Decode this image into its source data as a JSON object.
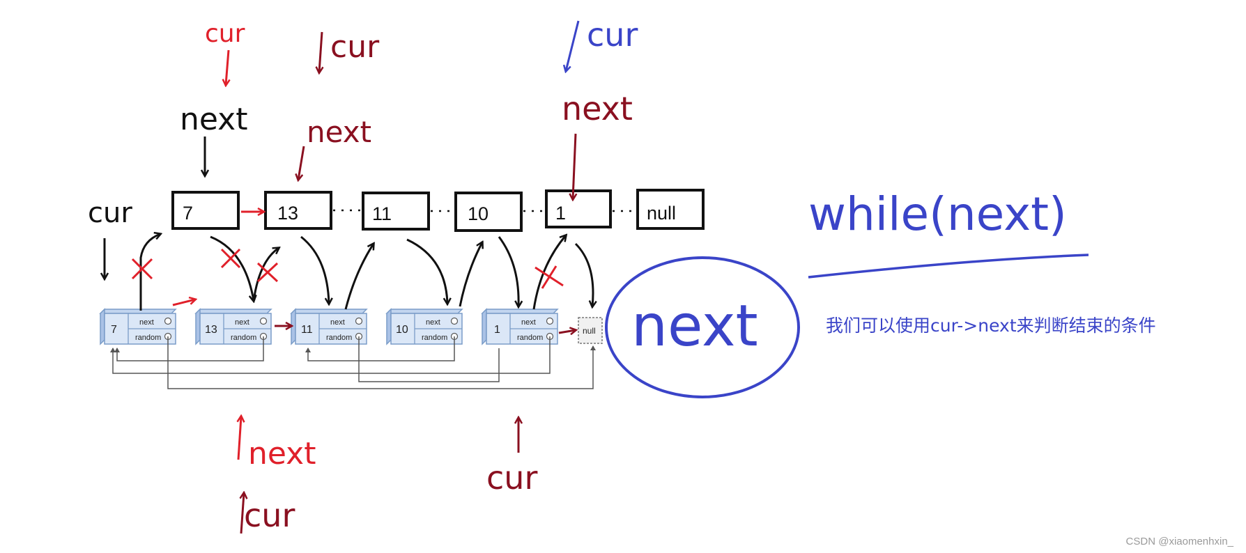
{
  "top_row": {
    "nodes": [
      "7",
      "13",
      "11",
      "10",
      "1",
      "null"
    ]
  },
  "bottom_row": {
    "nodes": [
      "7",
      "13",
      "11",
      "10",
      "1"
    ],
    "field_next": "next",
    "field_random": "random",
    "null_label": "null"
  },
  "annotations": {
    "cur_left": "cur",
    "cur_red_top": "cur",
    "cur_dark_top": "cur",
    "cur_blue_top": "cur",
    "next_black": "next",
    "next_dark": "next",
    "next_crossed": "next",
    "next_red_bottom": "next",
    "cur_dark_bottom_left": "cur",
    "cur_dark_bottom_right": "cur",
    "while_expr": "while(next)",
    "circled": "next"
  },
  "note": "我们可以使用cur->next来判断结束的条件",
  "watermark": "CSDN @xiaomenhxin_",
  "colors": {
    "black": "#111111",
    "red": "#e0202a",
    "dark_red": "#8a1020",
    "blue": "#3a44c8",
    "node_fill": "#dbe7f7",
    "node_stroke": "#7a9cc8"
  }
}
